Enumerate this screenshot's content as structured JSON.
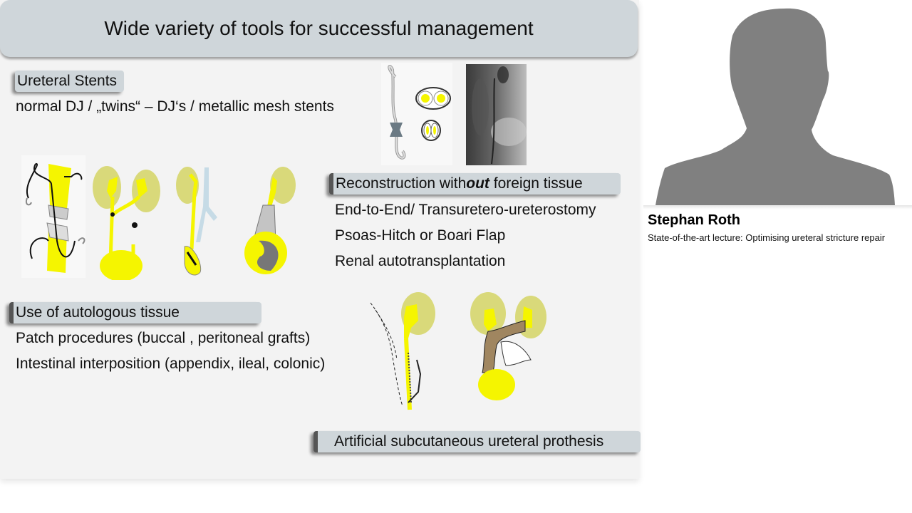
{
  "slide": {
    "title": "Wide variety of tools for successful management",
    "sections": {
      "stents": {
        "heading": "Ureteral Stents",
        "items": [
          "normal DJ / „twins“ – DJ‘s / metallic mesh stents"
        ]
      },
      "reconstruction": {
        "heading_prefix": "Reconstruction  with",
        "heading_emphasis": "out",
        "heading_suffix": "  foreign tissue",
        "items": [
          "End-to-End/ Transuretero-ureterostomy",
          "Psoas-Hitch or Boari Flap",
          "Renal autotransplantation"
        ]
      },
      "autologous": {
        "heading": "Use of autologous tissue",
        "items": [
          "Patch procedures (buccal , peritoneal grafts)",
          "Intestinal interposition (appendix, ileal, colonic)"
        ]
      },
      "prosthesis": {
        "heading": "Artificial subcutaneous ureteral prothesis"
      }
    },
    "illustrations": [
      "dj-stent-diagram",
      "ureteral-stent-xray",
      "end-to-end-anastomosis",
      "transuretero-ureterostomy",
      "psoas-hitch",
      "boari-flap",
      "buccal-graft-patch",
      "ileal-interposition"
    ],
    "colors": {
      "background": "#f3f3f3",
      "header": "#cfd6da",
      "organ_yellow": "#f5f500",
      "kidney": "#d9d97a"
    }
  },
  "speaker": {
    "name": "Stephan Roth",
    "talk": "State-of-the-art lecture: Optimising ureteral stricture repair",
    "avatar": "person-silhouette-icon"
  }
}
